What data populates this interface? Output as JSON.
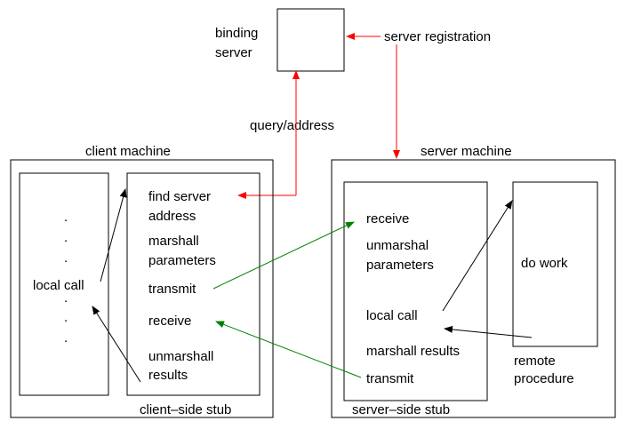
{
  "binding": {
    "label_line1": "binding",
    "label_line2": "server"
  },
  "server_registration": "server registration",
  "query_address": "query/address",
  "client": {
    "title": "client machine",
    "dots": [
      ".",
      ".",
      ".",
      ".",
      ".",
      "."
    ],
    "local_call": "local call",
    "stub": {
      "caption": "client–side stub",
      "find_line1": "find server",
      "find_line2": "address",
      "marshall_line1": "marshall",
      "marshall_line2": "parameters",
      "transmit": "transmit",
      "receive": "receive",
      "unmarshall_line1": "unmarshall",
      "unmarshall_line2": "results"
    }
  },
  "server": {
    "title": "server machine",
    "stub": {
      "caption": "server–side stub",
      "receive": "receive",
      "unmarshal_line1": "unmarshal",
      "unmarshal_line2": "parameters",
      "local_call": "local call",
      "marshall_results": "marshall results",
      "transmit": "transmit"
    },
    "do_work": "do work",
    "remote_line1": "remote",
    "remote_line2": "procedure"
  },
  "colors": {
    "red": "#ff0000",
    "green": "#008000",
    "black": "#000000"
  }
}
